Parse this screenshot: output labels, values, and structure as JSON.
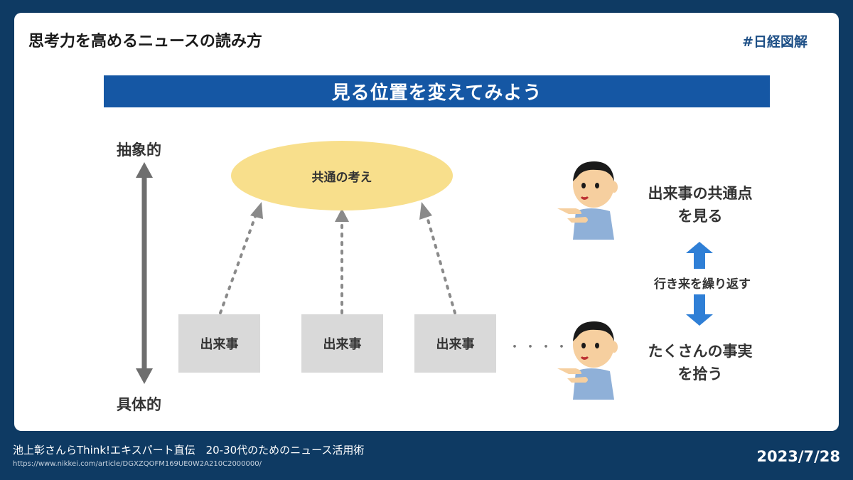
{
  "header": {
    "title": "思考力を高めるニュースの読み方",
    "hashtag": "#日経図解"
  },
  "banner": "見る位置を変えてみよう",
  "axis": {
    "top_label": "抽象的",
    "bottom_label": "具体的"
  },
  "diagram": {
    "common_idea": "共通の考え",
    "events": [
      "出来事",
      "出来事",
      "出来事"
    ],
    "continuation": "・・・・・"
  },
  "right_panel": {
    "top_caption_line1": "出来事の共通点",
    "top_caption_line2": "を見る",
    "loop_label": "行き来を繰り返す",
    "bottom_caption_line1": "たくさんの事実",
    "bottom_caption_line2": "を拾う"
  },
  "footer": {
    "source_title": "池上彰さんらThink!エキスパート直伝　20-30代のためのニュース活用術",
    "source_url": "https://www.nikkei.com/article/DGXZQOFM169UE0W2A210C2000000/",
    "date": "2023/7/28"
  },
  "colors": {
    "banner": "#1557a4",
    "ellipse": "#f8df8c",
    "event_box": "#d9d9d9",
    "loop_arrow": "#2f7fd6",
    "background": "#0e3a63"
  }
}
